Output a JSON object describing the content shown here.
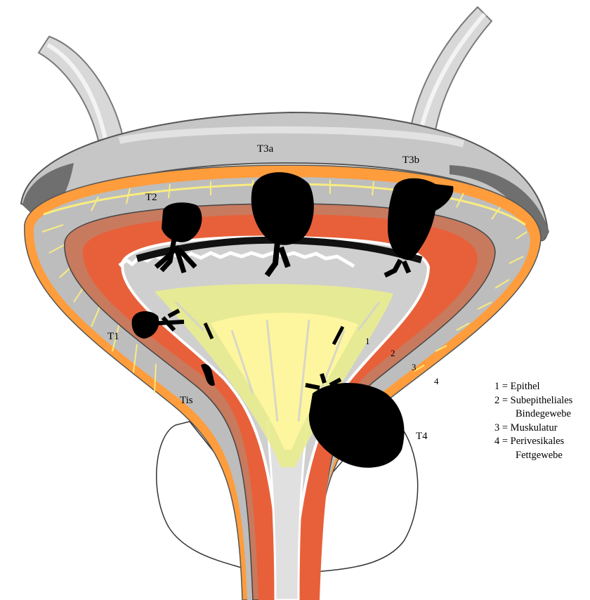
{
  "stage_labels": {
    "t3a": "T3a",
    "t3b": "T3b",
    "t2": "T2",
    "t1": "T1",
    "tis": "Tis",
    "t4": "T4"
  },
  "layer_numbers": {
    "n1": "1",
    "n2": "2",
    "n3": "3",
    "n4": "4"
  },
  "legend": {
    "line1": "1 = Epithel",
    "line2": "2 = Subepitheliales",
    "line2b": "Bindegewebe",
    "line3": "3 = Muskulatur",
    "line4": "4 = Perivesikales",
    "line4b": "Fettgewebe"
  },
  "colors": {
    "fat": "#ff9d3c",
    "muscle": "#c77a5e",
    "connective": "#e8603a",
    "epithelium": "#ffffff",
    "lumen": "#cfcfcf",
    "trigone": "#e9ec8e",
    "tumor": "#000000",
    "wall_gray": "#bdbdbd",
    "fibers": "#fff27a"
  }
}
